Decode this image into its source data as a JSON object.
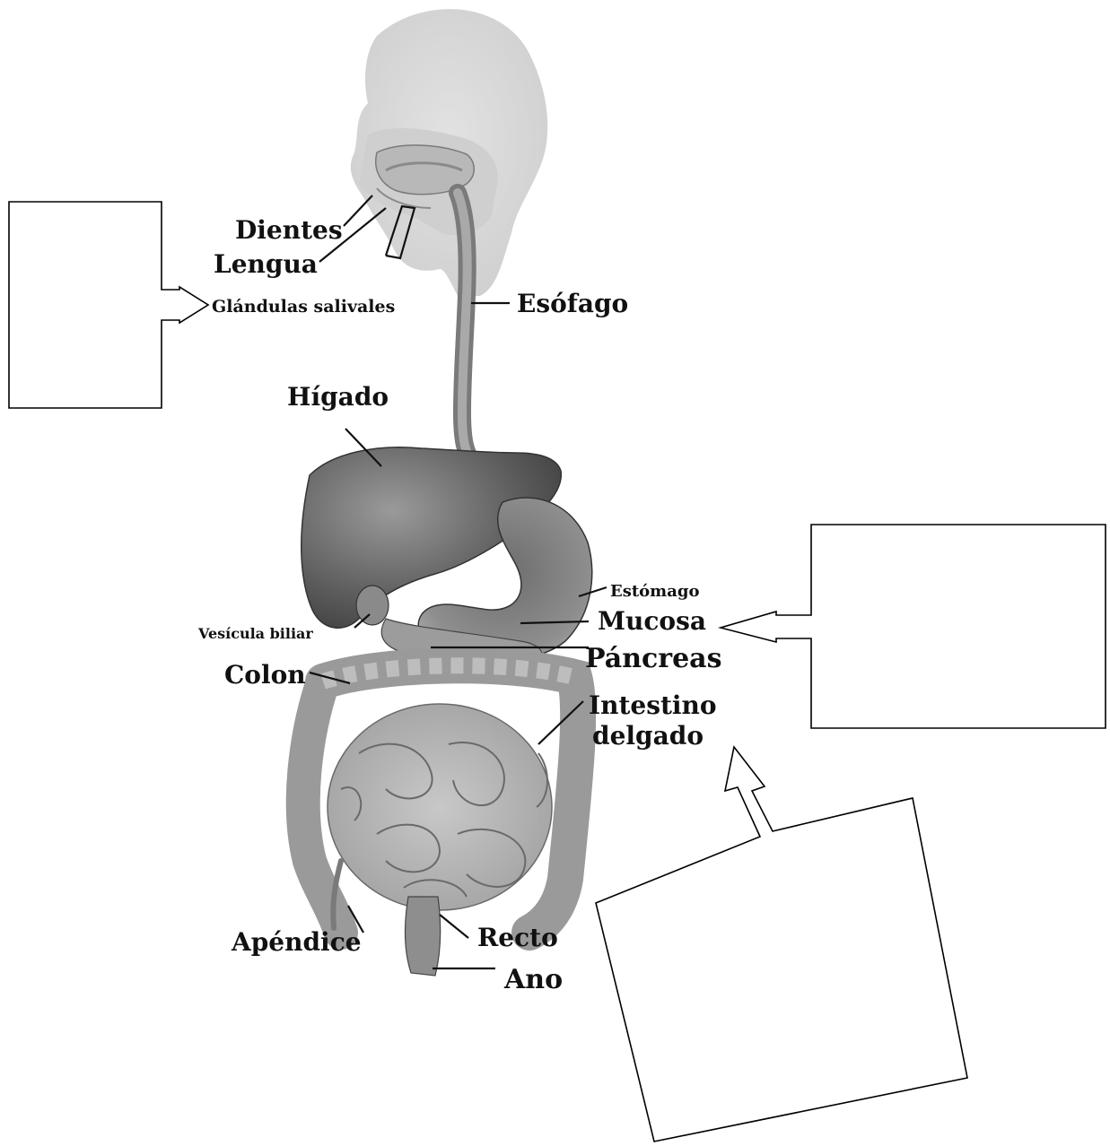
{
  "labels": {
    "dientes": "Dientes",
    "lengua": "Lengua",
    "glandulas": "Glándulas salivales",
    "esofago": "Esófago",
    "higado": "Hígado",
    "estomago": "Estómago",
    "mucosa": "Mucosa",
    "vesicula": "Vesícula biliar",
    "pancreas": "Páncreas",
    "colon": "Colon",
    "intestino_1": "Intestino",
    "intestino_2": "delgado",
    "apendice": "Apéndice",
    "recto": "Recto",
    "ano": "Ano"
  },
  "answer_boxes": [
    {
      "id": "box-left",
      "text": ""
    },
    {
      "id": "box-right",
      "text": ""
    },
    {
      "id": "box-bottom",
      "text": ""
    }
  ],
  "colors": {
    "organ_dark": "#5a5a5a",
    "organ_mid": "#8c8c8c",
    "organ_light": "#bdbdbd",
    "head_silhouette": "#dcdcdc",
    "ink": "#111111"
  }
}
